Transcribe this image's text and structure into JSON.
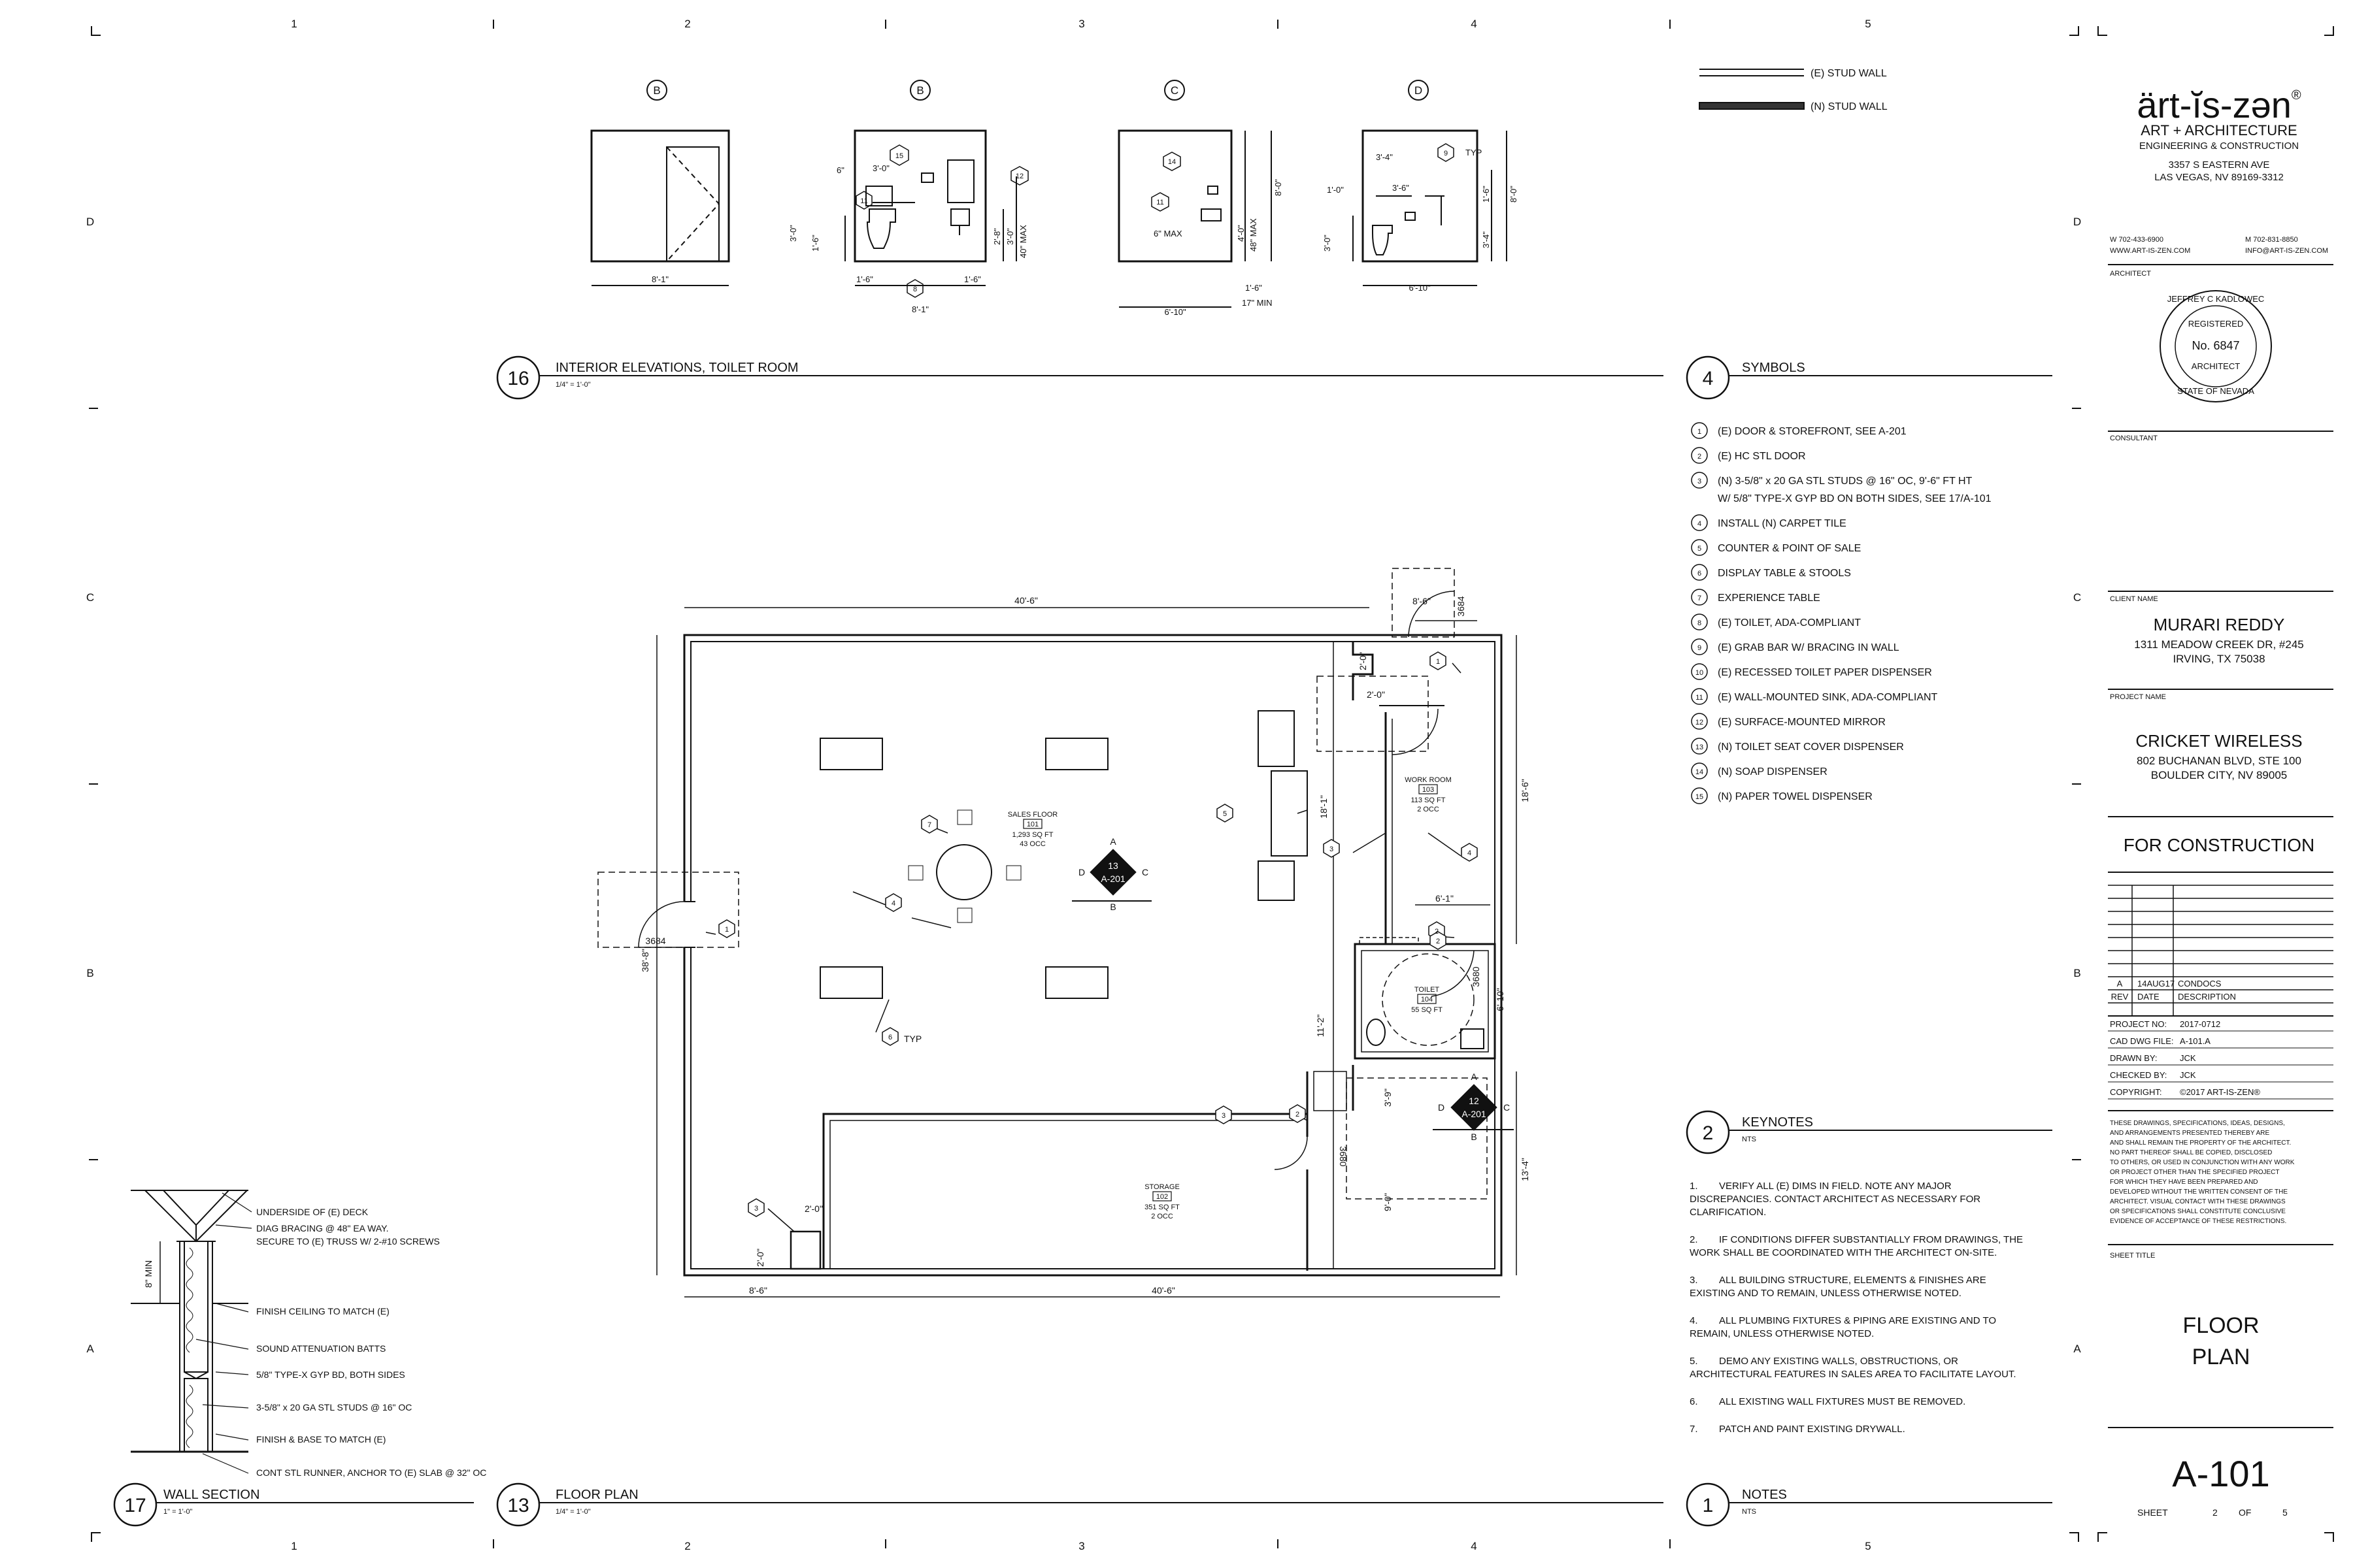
{
  "grid": {
    "cols": [
      "1",
      "2",
      "3",
      "4",
      "5"
    ],
    "rows": [
      "D",
      "C",
      "B",
      "A"
    ]
  },
  "elevations": {
    "labels": [
      "B",
      "B",
      "C",
      "D"
    ],
    "dims_e1": [
      "8'-1\""
    ],
    "dims_e2": [
      "6\"",
      "3'-0\"",
      "3'-0\"",
      "1'-6\"",
      "1'-6\"",
      "1'-6\"",
      "8'-1\"",
      "2'-8\"",
      "3'-0\"",
      "40\" MAX"
    ],
    "dims_e3": [
      "6\" MAX",
      "4'-0\"",
      "48\" MAX",
      "8'-0\"",
      "6'-10\"",
      "1'-6\"",
      "17\" MIN"
    ],
    "dims_e4": [
      "3'-4\"",
      "3'-6\"",
      "1'-0\"",
      "3'-0\"",
      "1'-6\"",
      "3'-4\"",
      "8'-0\"",
      "6'-10\"",
      "TYP"
    ],
    "tags_e2": [
      "15",
      "11",
      "12",
      "8"
    ],
    "tags_e3": [
      "14",
      "11"
    ],
    "tags_e4": [
      "9"
    ]
  },
  "titles": {
    "elev": {
      "num": "16",
      "title": "INTERIOR ELEVATIONS, TOILET ROOM",
      "scale": "1/4\" = 1'-0\""
    },
    "symbols": {
      "num": "4",
      "title": "SYMBOLS"
    },
    "plan": {
      "num": "13",
      "title": "FLOOR PLAN",
      "scale": "1/4\" = 1'-0\""
    },
    "wall": {
      "num": "17",
      "title": "WALL SECTION",
      "scale": "1\" = 1'-0\""
    },
    "keynotes": {
      "num": "2",
      "title": "KEYNOTES",
      "scale": "NTS"
    },
    "notes": {
      "num": "1",
      "title": "NOTES",
      "scale": "NTS"
    }
  },
  "legend": {
    "existing": "(E) STUD WALL",
    "new": "(N) STUD WALL"
  },
  "keynotes": [
    {
      "n": "1",
      "text": "(E) DOOR & STOREFRONT, SEE A-201"
    },
    {
      "n": "2",
      "text": "(E) HC STL DOOR"
    },
    {
      "n": "3",
      "text": "(N) 3-5/8\" x 20 GA STL STUDS @ 16\" OC, 9'-6\" FT HT"
    },
    {
      "n": "",
      "text": "W/ 5/8\" TYPE-X GYP BD ON BOTH SIDES, SEE 17/A-101"
    },
    {
      "n": "4",
      "text": "INSTALL (N) CARPET TILE"
    },
    {
      "n": "5",
      "text": "COUNTER & POINT OF SALE"
    },
    {
      "n": "6",
      "text": "DISPLAY TABLE & STOOLS"
    },
    {
      "n": "7",
      "text": "EXPERIENCE TABLE"
    },
    {
      "n": "8",
      "text": "(E) TOILET, ADA-COMPLIANT"
    },
    {
      "n": "9",
      "text": "(E) GRAB BAR W/ BRACING IN WALL"
    },
    {
      "n": "10",
      "text": "(E) RECESSED TOILET PAPER DISPENSER"
    },
    {
      "n": "11",
      "text": "(E) WALL-MOUNTED SINK, ADA-COMPLIANT"
    },
    {
      "n": "12",
      "text": "(E) SURFACE-MOUNTED MIRROR"
    },
    {
      "n": "13",
      "text": "(N) TOILET SEAT COVER DISPENSER"
    },
    {
      "n": "14",
      "text": "(N) SOAP DISPENSER"
    },
    {
      "n": "15",
      "text": "(N) PAPER TOWEL DISPENSER"
    }
  ],
  "notes": [
    {
      "n": "1.",
      "lines": [
        "VERIFY ALL (E) DIMS IN FIELD. NOTE ANY MAJOR",
        "DISCREPANCIES. CONTACT ARCHITECT AS NECESSARY FOR",
        "CLARIFICATION."
      ]
    },
    {
      "n": "2.",
      "lines": [
        "IF CONDITIONS DIFFER SUBSTANTIALLY FROM DRAWINGS, THE",
        "WORK SHALL BE COORDINATED WITH THE ARCHITECT ON-SITE."
      ]
    },
    {
      "n": "3.",
      "lines": [
        "ALL BUILDING STRUCTURE, ELEMENTS & FINISHES ARE",
        "EXISTING AND TO REMAIN, UNLESS OTHERWISE NOTED."
      ]
    },
    {
      "n": "4.",
      "lines": [
        "ALL PLUMBING FIXTURES & PIPING ARE EXISTING AND TO",
        "REMAIN, UNLESS OTHERWISE NOTED."
      ]
    },
    {
      "n": "5.",
      "lines": [
        "DEMO ANY EXISTING WALLS, OBSTRUCTIONS, OR",
        "ARCHITECTURAL FEATURES IN SALES AREA TO FACILITATE LAYOUT."
      ]
    },
    {
      "n": "6.",
      "lines": [
        "ALL EXISTING WALL FIXTURES MUST BE REMOVED."
      ]
    },
    {
      "n": "7.",
      "lines": [
        "PATCH AND PAINT EXISTING DRYWALL."
      ]
    }
  ],
  "plan": {
    "dim_top": "40'-6\"",
    "dim_bottom": "40'-6\"",
    "dim_bottom_left": "8'-6\"",
    "dim_left": "38'-8\"",
    "dim_right_upper": "18'-6\"",
    "dim_right_lower": "13'-4\"",
    "dim_work_w": "8'-6\"",
    "dim_work_h": "18'-1\"",
    "dim_toilet_w": "6'-1\"",
    "dim_toilet_h": "6'-10\"",
    "dim_corridor": "11'-2\"",
    "dim_storage_h": "9'-0\"",
    "dim_stor_corr": "3'-9\"",
    "dim_2_0a": "2'-0\"",
    "dim_2_0b": "2'-0\"",
    "dim_2_0c": "2'-0\"",
    "dim_2_0d": "2'-0\"",
    "door_3684a": "3684",
    "door_3684b": "3684",
    "door_3680a": "3680",
    "door_3680b": "3680",
    "rooms": [
      {
        "name": "SALES FLOOR",
        "num": "101",
        "area": "1,293 SQ FT",
        "occ": "43 OCC"
      },
      {
        "name": "WORK ROOM",
        "num": "103",
        "area": "113 SQ FT",
        "occ": "2 OCC"
      },
      {
        "name": "TOILET",
        "num": "104",
        "area": "55 SQ FT",
        "occ": ""
      },
      {
        "name": "STORAGE",
        "num": "102",
        "area": "351 SQ FT",
        "occ": "2 OCC"
      }
    ],
    "section1": {
      "num": "13",
      "sheet": "A-201",
      "a": "A",
      "b": "B",
      "c": "C",
      "d": "D"
    },
    "section2": {
      "num": "12",
      "sheet": "A-201",
      "a": "A",
      "b": "B",
      "c": "C",
      "d": "D"
    },
    "tags": [
      "1",
      "2",
      "3",
      "4",
      "5",
      "6",
      "7",
      "1",
      "2",
      "3",
      "4",
      "2",
      "3"
    ],
    "typ": "TYP"
  },
  "wall_section": {
    "dim": "8\" MIN",
    "notes": [
      "UNDERSIDE OF (E) DECK",
      "DIAG BRACING @ 48\" EA WAY.",
      "SECURE TO (E) TRUSS W/ 2-#10 SCREWS",
      "FINISH CEILING TO MATCH (E)",
      "SOUND ATTENUATION BATTS",
      "5/8\" TYPE-X GYP BD, BOTH SIDES",
      "3-5/8\" x 20 GA STL STUDS @ 16\" OC",
      "FINISH & BASE TO MATCH (E)",
      "CONT STL RUNNER, ANCHOR TO (E) SLAB @ 32\" OC"
    ]
  },
  "titleblock": {
    "logo": "ärt-ĭs-zən",
    "reg": "®",
    "firm1": "ART + ARCHITECTURE",
    "firm2": "ENGINEERING & CONSTRUCTION",
    "addr1": "3357 S EASTERN AVE",
    "addr2": "LAS VEGAS, NV 89169-3312",
    "phone_w": "W 702-433-6900",
    "phone_m": "M 702-831-8850",
    "web": "WWW.ART-IS-ZEN.COM",
    "email": "INFO@ART-IS-ZEN.COM",
    "architect_label": "ARCHITECT",
    "seal_top": "JEFFREY C KADLOWEC",
    "seal_mid": "REGISTERED",
    "seal_no": "No. 6847",
    "seal_arch": "ARCHITECT",
    "seal_bottom": "STATE OF NEVADA",
    "consultant_label": "CONSULTANT",
    "client_label": "CLIENT NAME",
    "client_name": "MURARI REDDY",
    "client_addr1": "1311 MEADOW CREEK DR, #245",
    "client_addr2": "IRVING, TX 75038",
    "project_label": "PROJECT NAME",
    "project_name": "CRICKET WIRELESS",
    "project_addr1": "802 BUCHANAN BLVD, STE 100",
    "project_addr2": "BOULDER CITY, NV 89005",
    "status": "FOR CONSTRUCTION",
    "rev_row": {
      "rev": "A",
      "date": "14AUG17",
      "desc": "CONDOCS"
    },
    "rev_head": {
      "rev": "REV",
      "date": "DATE",
      "desc": "DESCRIPTION"
    },
    "info": [
      {
        "k": "PROJECT NO:",
        "v": "2017-0712"
      },
      {
        "k": "CAD DWG FILE:",
        "v": "A-101.A"
      },
      {
        "k": "DRAWN BY:",
        "v": "JCK"
      },
      {
        "k": "CHECKED BY:",
        "v": "JCK"
      },
      {
        "k": "COPYRIGHT:",
        "v": "©2017 ART-IS-ZEN®"
      }
    ],
    "disclaimer": [
      "THESE DRAWINGS, SPECIFICATIONS, IDEAS, DESIGNS,",
      "AND ARRANGEMENTS PRESENTED THEREBY ARE",
      "AND SHALL REMAIN THE PROPERTY OF THE ARCHITECT.",
      "NO PART THEREOF SHALL BE COPIED, DISCLOSED",
      "TO OTHERS, OR USED IN CONJUNCTION WITH ANY WORK",
      "OR PROJECT OTHER THAN THE SPECIFIED PROJECT",
      "FOR WHICH THEY HAVE BEEN PREPARED AND",
      "DEVELOPED WITHOUT THE WRITTEN CONSENT OF THE",
      "ARCHITECT.  VISUAL CONTACT WITH THESE DRAWINGS",
      "OR SPECIFICATIONS SHALL CONSTITUTE CONCLUSIVE",
      "EVIDENCE OF ACCEPTANCE OF THESE RESTRICTIONS."
    ],
    "sheet_title_label": "SHEET TITLE",
    "sheet_title1": "FLOOR",
    "sheet_title2": "PLAN",
    "sheet_num": "A-101",
    "sheet_label": "SHEET",
    "sheet_of_n": "2",
    "sheet_of": "OF",
    "sheet_total": "5"
  }
}
